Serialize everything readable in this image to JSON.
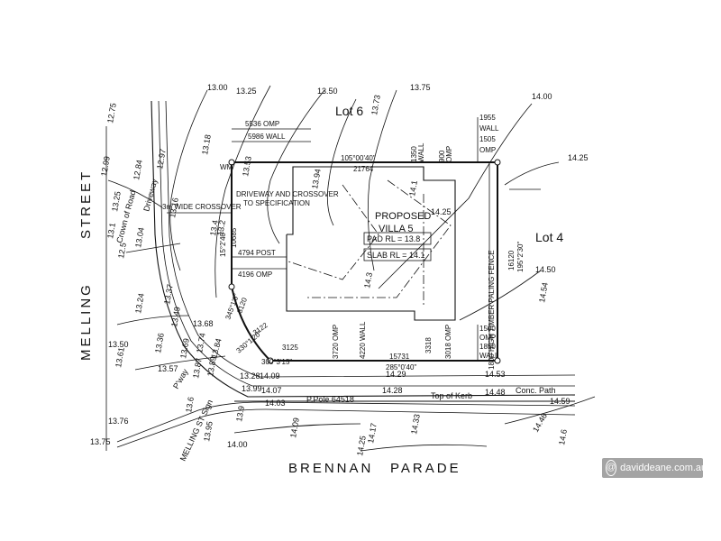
{
  "lots": {
    "lot6": "Lot 6",
    "lot4": "Lot 4"
  },
  "villa": {
    "line1": "PROPOSED",
    "line2": "VILLA 5",
    "pad": "PAD RL = 13.8",
    "slab": "SLAB RL = 14.1"
  },
  "streets": {
    "melling": "MELLING",
    "street": "STREET",
    "brennan": "BRENNAN",
    "parade": "PARADE"
  },
  "boundary": {
    "top_len": "21764",
    "top_bearing": "105°00'40\"",
    "right_len": "16120",
    "right_bearing": "195°2'30\"",
    "bottom_len": "15731",
    "bottom_bearing": "285°0'40\"",
    "left_len": "10685",
    "left_bearing": "15°2'40\"",
    "chord1": "3122",
    "chord1_b": "330°1'20\"",
    "chord2": "3125",
    "chord2_b": "300°3'15\"",
    "chord3": "3120",
    "chord3_b": "345°1'0\""
  },
  "dims": {
    "omp_top": "5536 OMP",
    "wall_top": "5986 WALL",
    "post": "4794 POST",
    "omp_left": "4196 OMP",
    "d1955": "1955",
    "wall_r": "WALL",
    "d1505": "1505",
    "omp_r": "OMP",
    "d1350": "1350",
    "wall_t": "WALL",
    "d900": "900",
    "omp_t": "OMP",
    "d1500": "1500",
    "omp_br": "OMP",
    "d1850": "1850",
    "wall_br": "WALL",
    "d3720": "3720 OMP",
    "d4220": "4220 WALL",
    "d3318": "3318",
    "d3018": "3018 OMP",
    "fence": "1800 HIGH TIMBER PALING FENCE"
  },
  "notes": {
    "crossover": "3m WIDE CROSSOVER",
    "driveway1": "DRIVEWAY AND CROSSOVER",
    "driveway2": "TO SPECIFICATION",
    "crown": "Crown of Road",
    "drive": "Driveway",
    "conc": "Conc. Path",
    "kerb": "Top of Kerb",
    "ppole": "P.Pole 64518",
    "pway": "P'way",
    "sign": "MELLING ST Sign",
    "wm": "WM"
  },
  "contours": [
    "13.00",
    "13.25",
    "13.50",
    "13.73",
    "13.75",
    "14.00",
    "14.25",
    "14.50",
    "14.6",
    "14.59",
    "14.46",
    "14.33",
    "14.25",
    "14.17",
    "14.09",
    "14.00",
    "13.95",
    "13.76",
    "13.75",
    "12.75",
    "12.99",
    "12.97",
    "12.84",
    "13.16",
    "13.04",
    "13.18",
    "13.53",
    "13.94",
    "14.1",
    "14.25",
    "14.3",
    "14.54",
    "14.53",
    "14.48",
    "14.29",
    "14.28",
    "14.09",
    "14.07",
    "14.03",
    "13.99",
    "13.9",
    "13.28",
    "13.24",
    "13.37",
    "13.49",
    "13.68",
    "13.36",
    "13.50",
    "13.61",
    "13.69",
    "13.74",
    "13.84",
    "13.89",
    "13.87",
    "13.57",
    "13.6",
    "13.4",
    "13.2",
    "13.1",
    "13.25",
    "12.5"
  ],
  "watermark": {
    "text": "daviddeane.com.au"
  }
}
